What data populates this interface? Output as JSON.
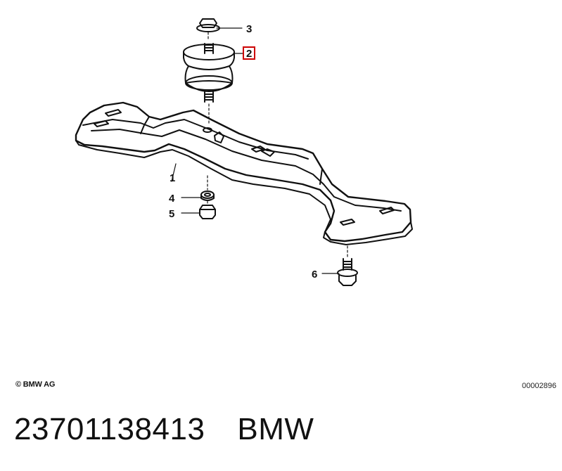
{
  "callouts": {
    "c1": "1",
    "c2": "2",
    "c3": "3",
    "c4": "4",
    "c5": "5",
    "c6": "6"
  },
  "highlight_color": "#cc0000",
  "footer": {
    "copyright": "© BMW AG",
    "diagram_id": "00002896"
  },
  "caption": {
    "part_number": "23701138413",
    "brand": "BMW"
  }
}
